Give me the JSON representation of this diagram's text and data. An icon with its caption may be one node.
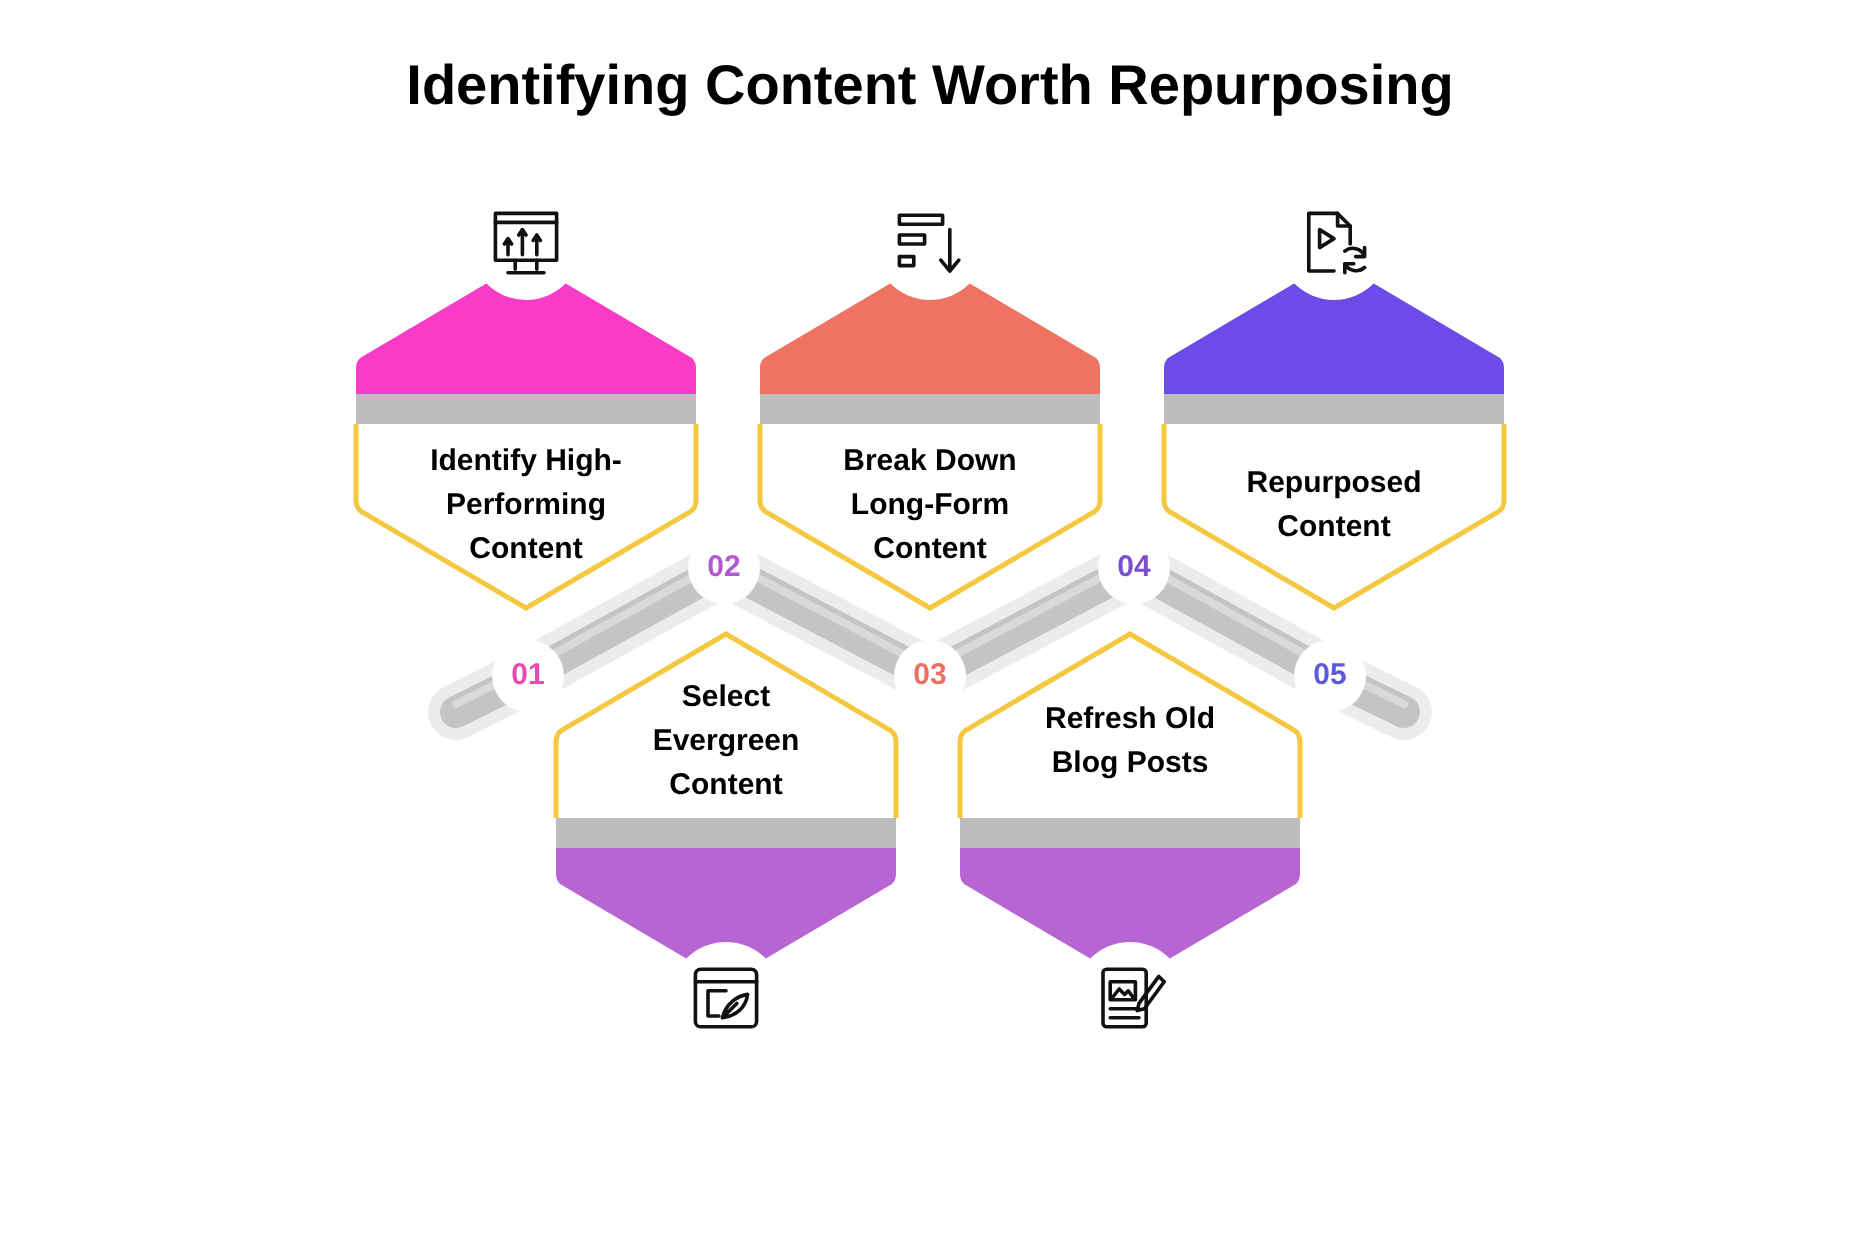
{
  "diagram": {
    "title": "Identifying Content Worth Repurposing",
    "nodes": [
      {
        "text": [
          "Identify High-Performing Content"
        ]
      },
      {
        "text": [
          "Select Evergreen Content"
        ]
      },
      {
        "text": [
          "Break Down Long-Form Content"
        ]
      },
      {
        "text": [
          "Refresh Old Blog Posts"
        ]
      },
      {
        "text": [
          "Repurposed Content"
        ]
      }
    ],
    "labels": [
      "01",
      "02",
      "03",
      "04",
      "05"
    ]
  }
}
